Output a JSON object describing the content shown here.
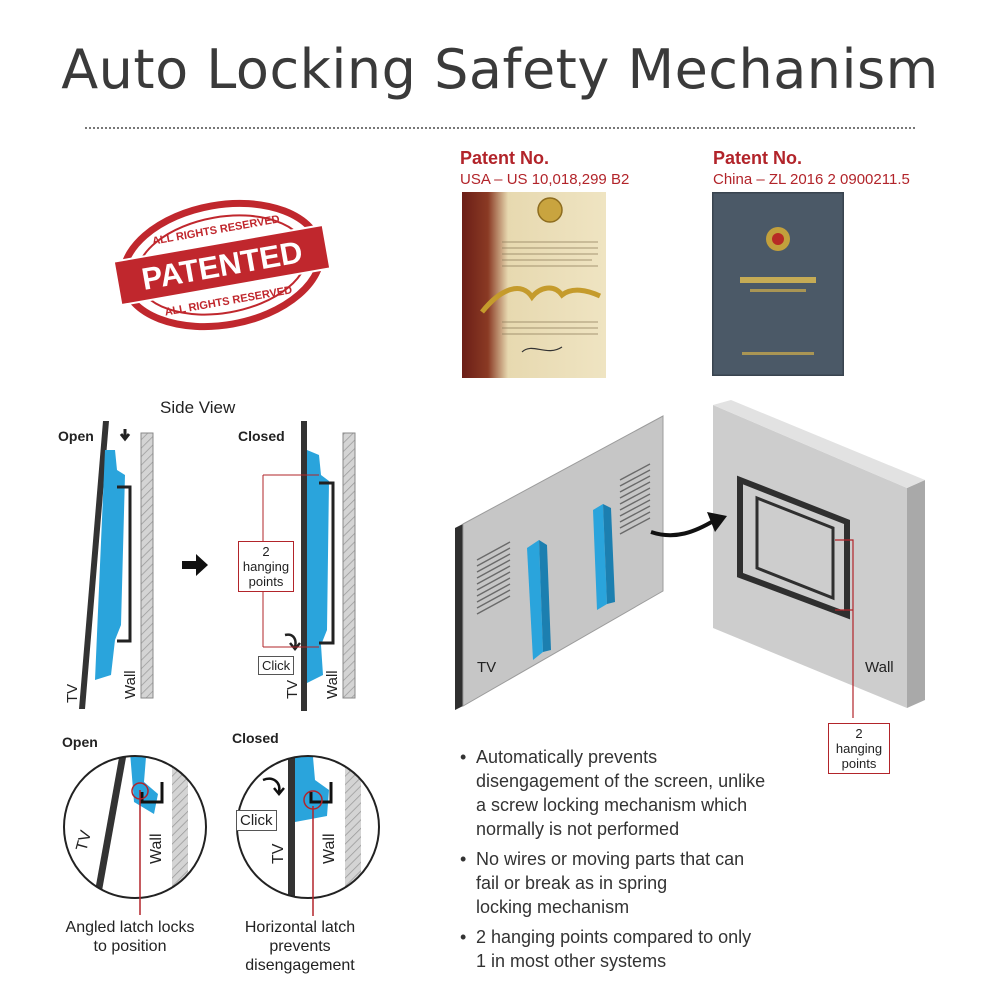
{
  "title": "Auto Locking Safety Mechanism",
  "stamp": {
    "top": "ALL RIGHTS RESERVED",
    "center": "PATENTED",
    "bottom": "ALL RIGHTS RESERVED"
  },
  "patents": [
    {
      "label": "Patent No.",
      "value": "USA – US 10,018,299 B2"
    },
    {
      "label": "Patent No.",
      "value": "China – ZL 2016 2 0900211.5"
    }
  ],
  "side_view": {
    "title": "Side View",
    "open_label": "Open",
    "closed_label": "Closed",
    "tv_label": "TV",
    "wall_label": "Wall",
    "hanging_points": [
      "2",
      "hanging",
      "points"
    ],
    "click_label": "Click"
  },
  "detail": {
    "open_label": "Open",
    "closed_label": "Closed",
    "click_label": "Click",
    "tv_label": "TV",
    "wall_label": "Wall",
    "open_caption": [
      "Angled latch locks",
      "to position"
    ],
    "closed_caption": [
      "Horizontal latch",
      "prevents",
      "disengagement"
    ]
  },
  "iso_view": {
    "tv_label": "TV",
    "wall_label": "Wall",
    "hanging_points": [
      "2",
      "hanging",
      "points"
    ]
  },
  "bullets": [
    [
      "Automatically prevents",
      "disengagement of the screen, unlike",
      "a screw locking mechanism which",
      "normally is not performed"
    ],
    [
      "No wires or moving parts that can",
      "fail or break as in spring",
      "locking mechanism"
    ],
    [
      "2 hanging points compared to only",
      "1 in most other systems"
    ]
  ],
  "colors": {
    "accent_red": "#b2242a",
    "bracket_blue": "#2aa4dc",
    "wall_gray": "#cfcfcf",
    "tv_dark": "#333333"
  }
}
